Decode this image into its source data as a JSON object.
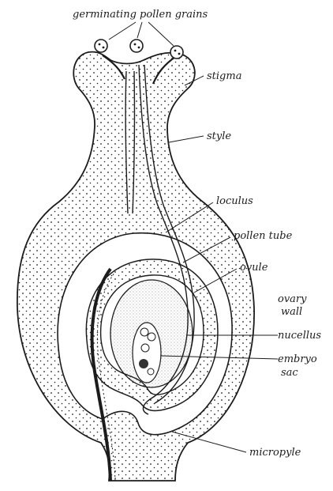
{
  "labels": {
    "germinating_pollen_grains": "germinating pollen grains",
    "stigma": "stigma",
    "style": "style",
    "loculus": "loculus",
    "pollen_tube": "pollen tube",
    "ovule": "ovule",
    "ovary_wall_1": "ovary",
    "ovary_wall_2": "wall",
    "nucellus": "nucellus",
    "embryo_sac_1": "embryo",
    "embryo_sac_2": "sac",
    "micropyle": "micropyle"
  },
  "colors": {
    "ink": "#1c1c1c",
    "paper": "#ffffff"
  }
}
